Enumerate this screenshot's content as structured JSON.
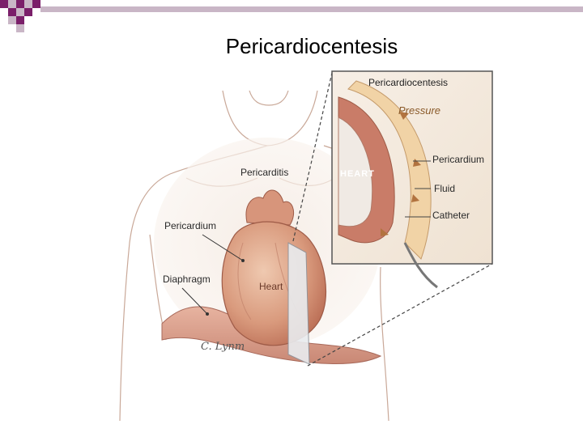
{
  "slide": {
    "title": "Pericardiocentesis",
    "bar_colors": {
      "purple": "#7b1f6a",
      "light": "#c9b6c6",
      "dark_purple": "#5c0f50"
    }
  },
  "illustration": {
    "labels": {
      "pericarditis": "Pericarditis",
      "pericardium": "Pericardium",
      "diaphragm": "Diaphragm",
      "heart": "Heart"
    },
    "inset": {
      "title": "Pericardiocentesis",
      "pressure": "Pressure",
      "heart_word": "HEART",
      "pericardium": "Pericardium",
      "fluid": "Fluid",
      "catheter": "Catheter"
    },
    "signature": "C. Lynm"
  }
}
